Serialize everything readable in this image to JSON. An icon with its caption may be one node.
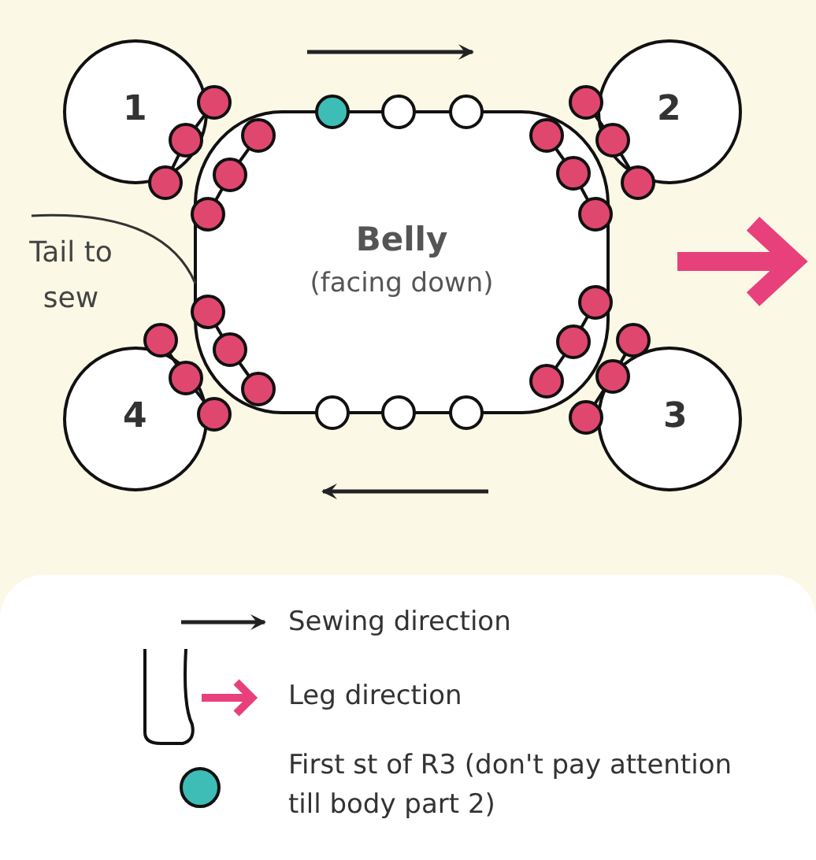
{
  "diagram": {
    "nodes": [
      {
        "text": [
          "1"
        ]
      },
      {
        "text": [
          "2"
        ]
      },
      {
        "text": [
          "Belly",
          "(facing down)"
        ]
      },
      {
        "text": [
          "Tail to sew"
        ]
      },
      {
        "text": [
          "4"
        ]
      },
      {
        "text": [
          "3"
        ]
      }
    ],
    "edges": [
      {
        "from": 3,
        "to": 2,
        "arrow": "none"
      }
    ],
    "legend": [
      {
        "text": "Sewing direction"
      },
      {
        "text": "Leg direction"
      },
      {
        "text": "First st of R3 (don't pay attention till body part 2)",
        "color": "#3dbdb5"
      }
    ]
  }
}
